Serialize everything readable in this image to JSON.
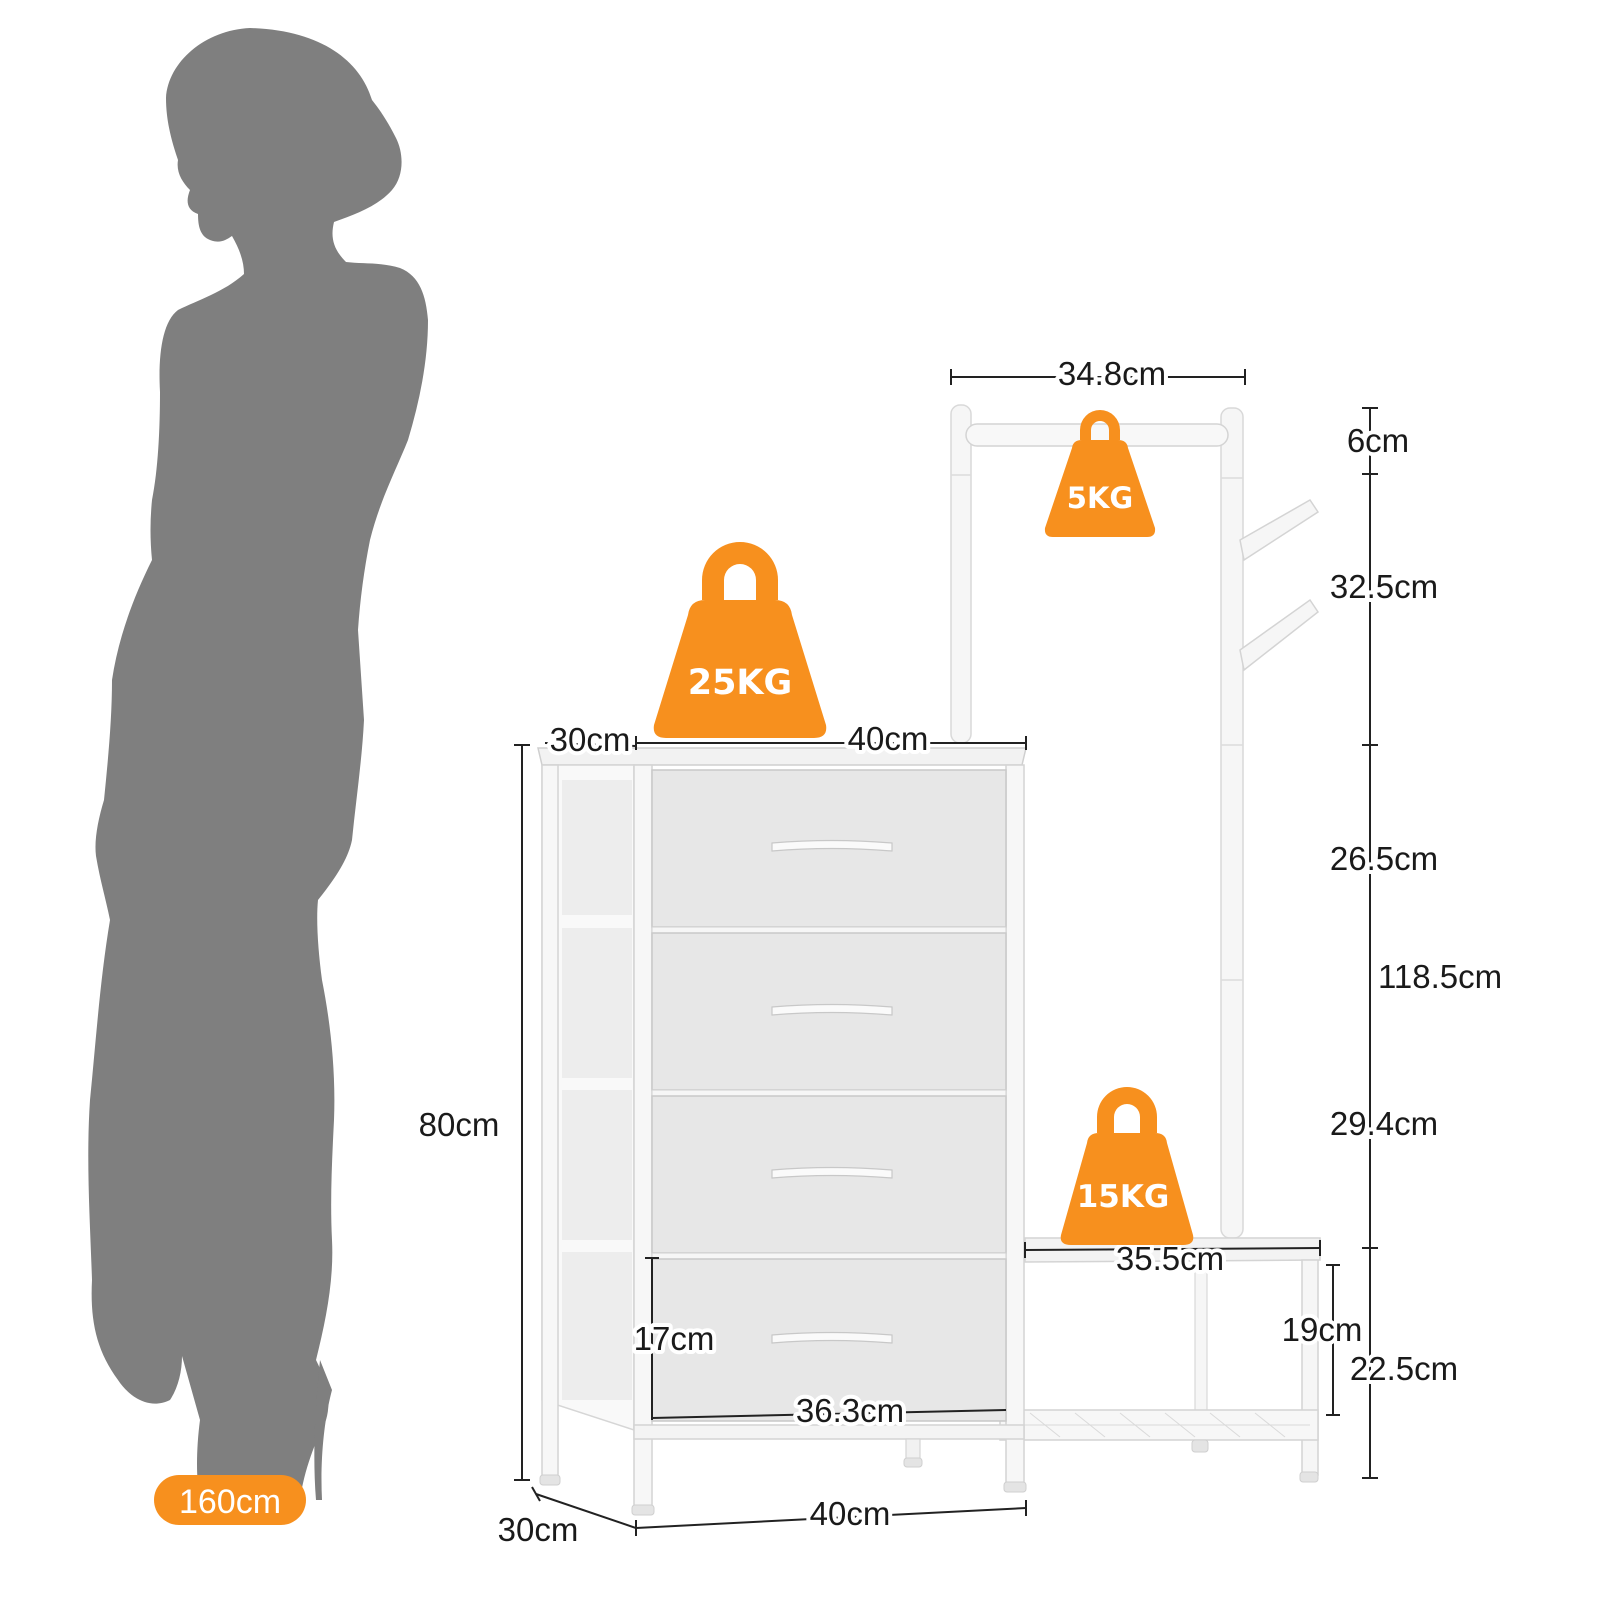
{
  "figure": {
    "person_height": "160cm",
    "weights": {
      "top": "25KG",
      "rod": "5KG",
      "bench": "15KG"
    },
    "dimensions": {
      "rod_width": "34.8cm",
      "rod_top": "6cm",
      "upper_hook": "32.5cm",
      "middle_section": "26.5cm",
      "total_height": "118.5cm",
      "lower_section": "29.4cm",
      "bench_height": "22.5cm",
      "shelf_gap": "19cm",
      "bench_width": "35.5cm",
      "dresser_top_depth": "30cm",
      "dresser_top_width": "40cm",
      "dresser_height": "80cm",
      "drawer_height": "17cm",
      "drawer_width": "36.3cm",
      "base_width": "40cm",
      "base_depth": "30cm"
    }
  },
  "colors": {
    "accent": "#f7901e",
    "silhouette": "#7f7f7f",
    "furniture": "#f4f4f4",
    "drawer": "#e6e6e6",
    "line": "#222222"
  },
  "icons": {
    "weight": "weight-icon",
    "person": "person-silhouette-icon"
  }
}
